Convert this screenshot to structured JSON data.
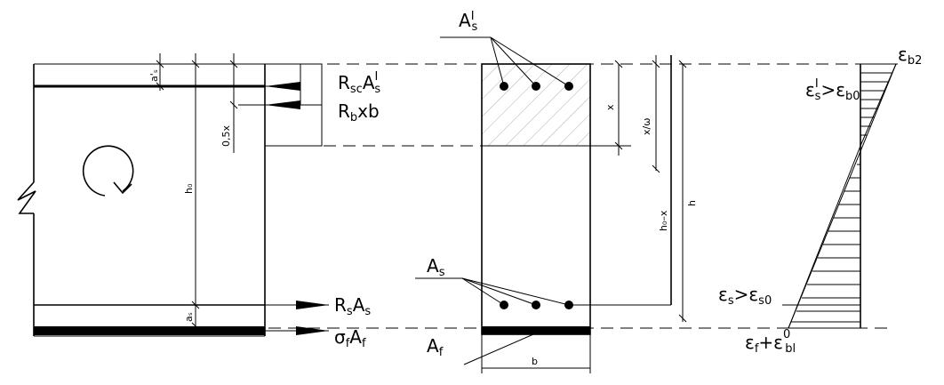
{
  "labels": {
    "As_prime_top": {
      "main": "A",
      "sup": "I",
      "sub": "s"
    },
    "Rsc_As_prime": {
      "p1": "R",
      "p1sub": "sc",
      "p2": "A",
      "p2sup": "I",
      "p2sub": "s"
    },
    "Rb_xb": {
      "p1": "R",
      "p1sub": "b",
      "p2": "xb"
    },
    "Rs_As": {
      "p1": "R",
      "p1sub": "s",
      "p2": "A",
      "p2sub": "s"
    },
    "sigma_f_Af": {
      "p1": "σ",
      "p1sub": "f",
      "p2": "A",
      "p2sub": "f"
    },
    "As_mid": {
      "main": "A",
      "sub": "s"
    },
    "Af_bottom": {
      "main": "A",
      "sub": "f"
    },
    "eps_b2": {
      "main": "ε",
      "sub": "b2"
    },
    "eps_s_prime": {
      "p1": "ε",
      "p1sup": "I",
      "p1sub": "s",
      "op": ">",
      "p2": "ε",
      "p2sub": "b0"
    },
    "eps_s": {
      "p1": "ε",
      "p1sub": "s",
      "op": ">",
      "p2": "ε",
      "p2sub": "s0"
    },
    "eps_f": {
      "p1": "ε",
      "p1sub": "f",
      "op": "+",
      "p2": "ε",
      "p2sup": "0",
      "p2sub": "bl"
    }
  },
  "dimensions": {
    "a_prime_s": "a'ₛ",
    "half_x": "0,5x",
    "h0": "h₀",
    "a_s": "aₛ",
    "x": "x",
    "x_over_omega": "x/ω",
    "h0_minus_x": "h₀–x",
    "h": "h",
    "b": "b"
  }
}
